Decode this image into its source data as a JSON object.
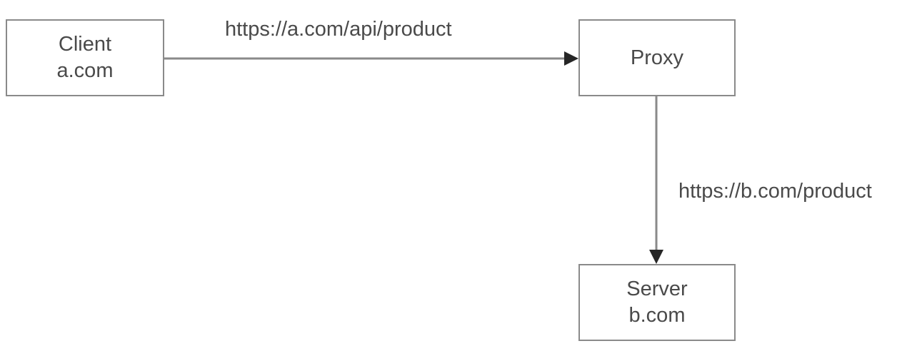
{
  "diagram": {
    "title": "proxy-request-flow",
    "background": "#ffffff",
    "line_color": "#8a8a8a",
    "text_color": "#4a4a4a",
    "arrowhead_color": "#262626",
    "nodes": [
      {
        "id": "client",
        "name": "client-node",
        "line1": "Client",
        "line2": "a.com"
      },
      {
        "id": "proxy",
        "name": "proxy-node",
        "line1": "Proxy",
        "line2": ""
      },
      {
        "id": "server",
        "name": "server-node",
        "line1": "Server",
        "line2": "b.com"
      }
    ],
    "edges": [
      {
        "id": "client-to-proxy",
        "label": "https://a.com/api/product",
        "direction": "right"
      },
      {
        "id": "proxy-to-server",
        "label": "https://b.com/product",
        "direction": "down"
      }
    ]
  }
}
